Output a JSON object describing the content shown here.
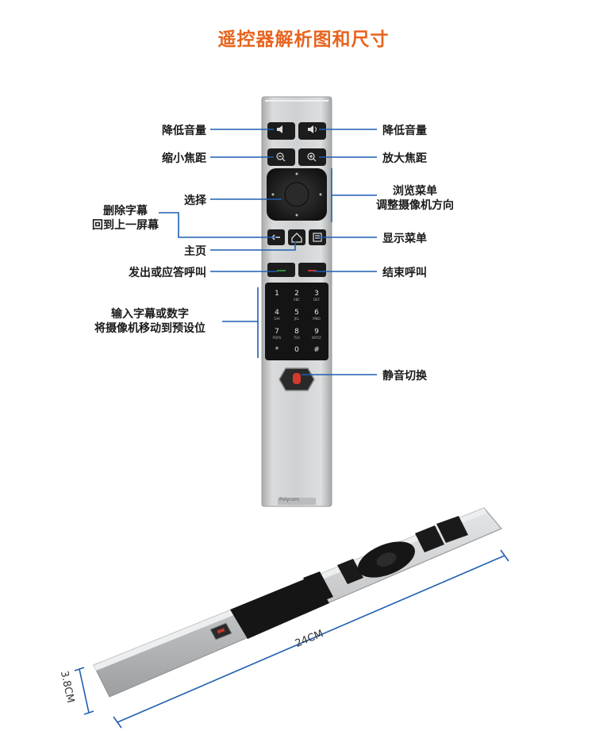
{
  "title": "遥控器解析图和尺寸",
  "labels": {
    "vol_left": "降低音量",
    "vol_right": "降低音量",
    "zoom_out": "缩小焦距",
    "zoom_in": "放大焦距",
    "select": "选择",
    "browse_line1": "浏览菜单",
    "browse_line2": "调整摄像机方向",
    "delete_line1": "删除字幕",
    "delete_line2": "回到上一屏幕",
    "show_menu": "显示菜单",
    "home": "主页",
    "call": "发出或应答呼叫",
    "end_call": "结束呼叫",
    "keypad_line1": "输入字幕或数字",
    "keypad_line2": "将摄像机移动到预设位",
    "mute": "静音切换"
  },
  "keypad": [
    [
      "1",
      "2",
      "3"
    ],
    [
      "4",
      "5",
      "6"
    ],
    [
      "7",
      "8",
      "9"
    ],
    [
      "*",
      "0",
      "#"
    ]
  ],
  "keypad_sub": [
    [
      "",
      "ABC",
      "DEF"
    ],
    [
      "GHI",
      "JKL",
      "MNO"
    ],
    [
      "PQRS",
      "TUV",
      "WXYZ"
    ],
    [
      "",
      "",
      ""
    ]
  ],
  "brand": "Polycom",
  "dimensions": {
    "length": "24CM",
    "width": "3.8CM"
  },
  "colors": {
    "title": "#e8641e",
    "leader": "#1f5fb0",
    "body": "#c9cbcd",
    "panel": "#222222"
  },
  "icons": [
    "volume-down-icon",
    "volume-up-icon",
    "zoom-out-icon",
    "zoom-in-icon",
    "back-arrow-icon",
    "home-icon",
    "menu-icon",
    "call-icon",
    "end-call-icon",
    "mute-mic-icon"
  ]
}
